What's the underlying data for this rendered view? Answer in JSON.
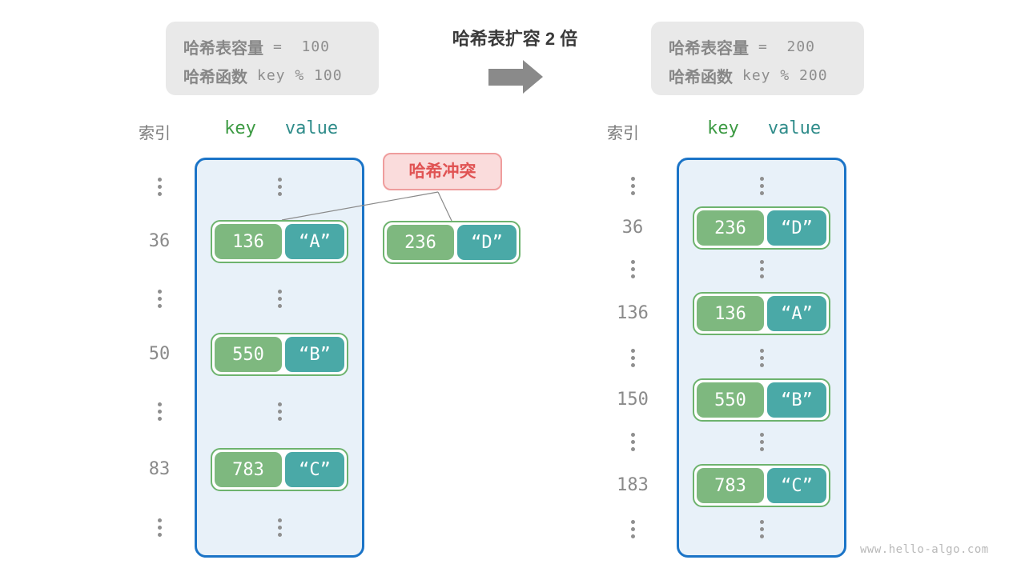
{
  "info_box_left": {
    "capacity_label": "哈希表容量",
    "capacity_value": "=  100",
    "hash_label": "哈希函数",
    "hash_value": "key % 100"
  },
  "expansion": {
    "title": "哈希表扩容 2 倍",
    "arrow_icon": "right-arrow"
  },
  "info_box_right": {
    "capacity_label": "哈希表容量",
    "capacity_value": "=  200",
    "hash_label": "哈希函数",
    "hash_value": "key % 200"
  },
  "collision": {
    "label": "哈希冲突"
  },
  "floating_pair": {
    "key": "236",
    "value": "“D”"
  },
  "left_table": {
    "headers": {
      "index": "索引",
      "key": "key",
      "value": "value"
    },
    "rows": [
      {
        "index": "36",
        "key": "136",
        "value": "“A”"
      },
      {
        "index": "50",
        "key": "550",
        "value": "“B”"
      },
      {
        "index": "83",
        "key": "783",
        "value": "“C”"
      }
    ]
  },
  "right_table": {
    "headers": {
      "index": "索引",
      "key": "key",
      "value": "value"
    },
    "rows": [
      {
        "index": "36",
        "key": "236",
        "value": "“D”"
      },
      {
        "index": "136",
        "key": "136",
        "value": "“A”"
      },
      {
        "index": "150",
        "key": "550",
        "value": "“B”"
      },
      {
        "index": "183",
        "key": "783",
        "value": "“C”"
      }
    ]
  },
  "watermark": "www.hello-algo.com",
  "colors": {
    "key_box": "#7eb87f",
    "value_box": "#4aa9a7",
    "pair_border": "#6db36e",
    "container_bg": "#e8f1f9",
    "container_border": "#1b74c7",
    "collision_bg": "#fadcdc",
    "collision_border": "#ef9d9d",
    "collision_text": "#e05353",
    "header_key": "#3c9a43",
    "header_value": "#2f8c8a",
    "info_box_bg": "#e9e9e9",
    "muted_text": "#8a8a8a",
    "arrow": "#8a8a8a"
  }
}
